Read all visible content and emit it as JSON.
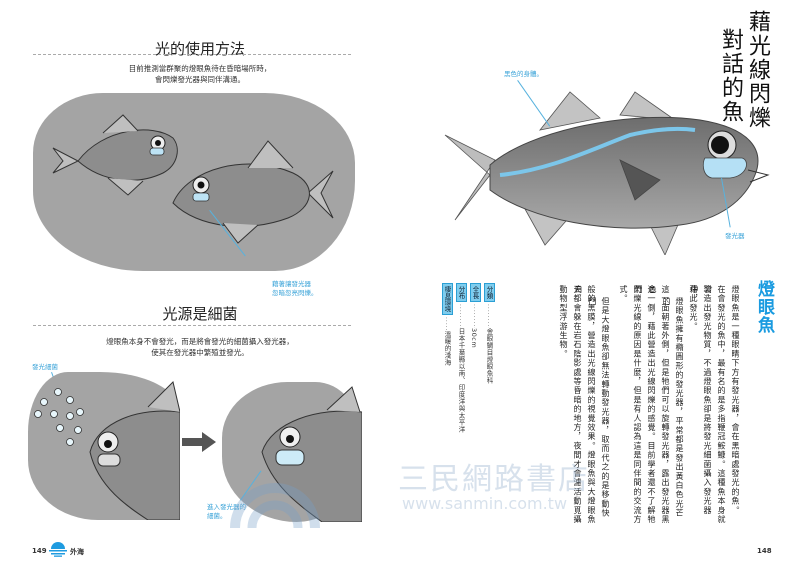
{
  "left_page": {
    "section1": {
      "title": "光的使用方法",
      "intro_line1": "目前推測當群聚的燈眼魚待在昏暗場所時，",
      "intro_line2": "會閃爍發光器與同伴溝通。",
      "callout": "藉著讓發光器\n忽暗忽亮閃爍。"
    },
    "section2": {
      "title": "光源是細菌",
      "intro_line1": "燈眼魚本身不會發光，而是將會發光的細菌攝入發光器，",
      "intro_line2": "使其在發光器中繁殖並發光。",
      "callout_bacteria": "發光細菌",
      "callout_entered": "進入發光器的\n細菌。"
    },
    "footer": {
      "page_number": "149",
      "section_icon": "sunset-sea-icon",
      "section_label": "外海",
      "accent_color": "#1e9be0"
    }
  },
  "right_page": {
    "main_title_col1": "藉光線閃爍",
    "main_title_col2": "對話的魚",
    "fish_callouts": {
      "body": "黑色的身體。",
      "organ": "發光器"
    },
    "fish_name": "燈眼魚",
    "body_text": [
      "燈眼魚是一種眼睛下方有發光器，會在黑暗處發光的魚。",
      "在會發光的魚中，最有名的是多指鞭冠鮟鱇。這種魚本身就會",
      "製造出發光物質，不過燈眼魚卻是將發光細菌攝入發光器中，",
      "藉此發光。",
      "燈眼魚擁有橢圓形的發光器，平常都是發出黃白色光芒的",
      "這一面朝著外側，但是牠們可以旋轉發光器，露出發光器黑色",
      "這一側，藉此營造出光線閃爍的感覺。目前學者還不了解牠們",
      "閃爍光線的原因是什麼，但是有人認為這是同伴間的交流方",
      "式。",
      "但是大燈眼魚卻無法轉動發光器，取而代之的是移動快門",
      "般的黑膜，營造出光線閃爍的視覺效果。燈眼魚與大燈眼魚白",
      "天都會躲在岩石陰影處等昏暗的地方，夜間才會濾活動覓攝",
      "動物型浮游生物。"
    ],
    "info": [
      {
        "label": "分類",
        "value": "金眼鯛目燈眼魚科"
      },
      {
        "label": "全長",
        "value": "30cm"
      },
      {
        "label": "分布",
        "value": "日本千葉縣以南、印度洋與太平洋"
      },
      {
        "label": "棲息環境",
        "value": "溫暖的淺海"
      }
    ],
    "page_number": "148"
  },
  "watermark": {
    "text": "三民網路書店",
    "url": "www.sanmin.com.tw"
  }
}
